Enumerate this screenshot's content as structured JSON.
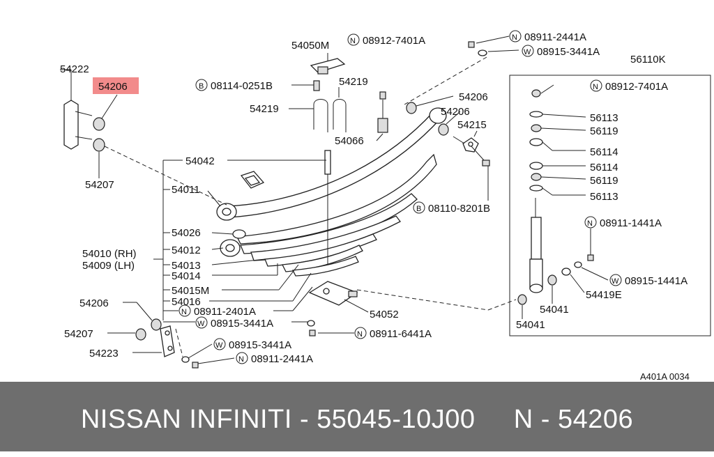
{
  "diagram": {
    "highlight_color": "#f28b8b",
    "labels": {
      "p54222": "54222",
      "p54206_top": "54206",
      "p54207_top": "54207",
      "p54050M": "54050M",
      "n08912_7401A_a": "08912-7401A",
      "b08114_0251B": "08114-0251B",
      "p54219_a": "54219",
      "p54219_b": "54219",
      "p54066": "54066",
      "n08911_2441A_top": "08911-2441A",
      "w08915_3441A_top": "08915-3441A",
      "p54206_r1": "54206",
      "p54206_r2": "54206",
      "p54215": "54215",
      "b08110_8201B": "08110-8201B",
      "p54042": "54042",
      "p54011": "54011",
      "p54026": "54026",
      "p54010": "54010 (RH)",
      "p54009": "54009 (LH)",
      "p54012": "54012",
      "p54013": "54013",
      "p54014": "54014",
      "p54015M": "54015M",
      "p54016": "54016",
      "n08911_2401A": "08911-2401A",
      "w08915_3441A_mid": "08915-3441A",
      "p54206_bot": "54206",
      "p54207_bot": "54207",
      "p54223": "54223",
      "w08915_3441A_bot": "08915-3441A",
      "n08911_2441A_bot": "08911-2441A",
      "n08911_6441A": "08911-6441A",
      "p54052": "54052",
      "p56110K": "56110K",
      "n08912_7401A_b": "08912-7401A",
      "p56113_a": "56113",
      "p56119_a": "56119",
      "p56114_a": "56114",
      "p56114_b": "56114",
      "p56119_b": "56119",
      "p56113_b": "56113",
      "n08911_1441A": "08911-1441A",
      "w08915_1441A": "08915-1441A",
      "p54419E": "54419E",
      "p54041_a": "54041",
      "p54041_b": "54041",
      "code": "A401A 0034"
    },
    "badges": {
      "N": "N",
      "W": "W",
      "B": "B"
    }
  },
  "footer": {
    "text": "NISSAN INFINITI - 55045-10J00     N - 54206"
  }
}
